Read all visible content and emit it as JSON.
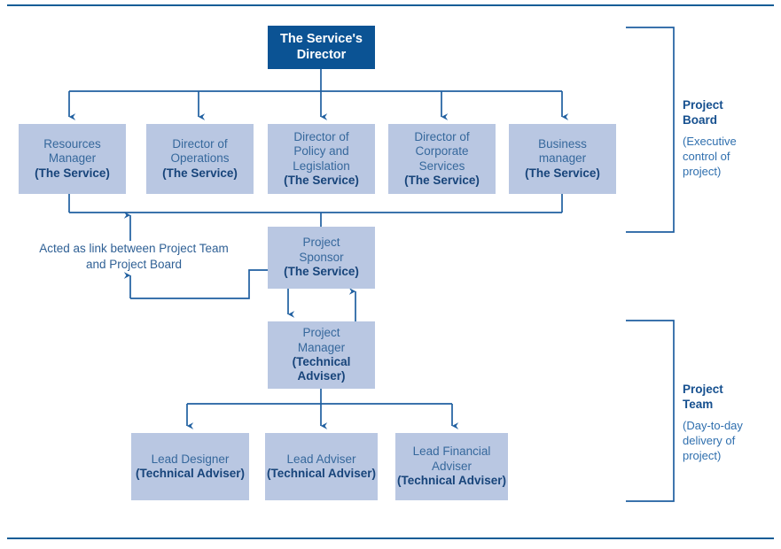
{
  "page": {
    "title": "Project governance structure chart",
    "background": "#ffffff",
    "accent_dark": "#0b5394",
    "accent_light": "#b9c7e2",
    "line_color": "#1f5fa0",
    "text_color": "#2f6095"
  },
  "chart_data": {
    "type": "diagram",
    "title": "Project governance structure",
    "nodes": [
      {
        "id": "directors-director",
        "role": "The Service's",
        "role2": "Director",
        "org": "",
        "style": "dark",
        "tier": 1
      },
      {
        "id": "resources-manager",
        "role": "Resources",
        "role2": "Manager",
        "org": "(The Service)",
        "style": "light",
        "tier": 2
      },
      {
        "id": "director-operations",
        "role": "Director of",
        "role2": "Operations",
        "org": "(The Service)",
        "style": "light",
        "tier": 2
      },
      {
        "id": "director-policy",
        "role": "Director of",
        "role2": "Policy and",
        "role3": "Legislation",
        "org": "(The Service)",
        "style": "light",
        "tier": 2
      },
      {
        "id": "director-corporate",
        "role": "Director of",
        "role2": "Corporate",
        "role3": "Services",
        "org": "(The Service)",
        "style": "light",
        "tier": 2
      },
      {
        "id": "business-manager",
        "role": "Business",
        "role2": "manager",
        "org": "(The Service)",
        "style": "light",
        "tier": 2
      },
      {
        "id": "project-sponsor",
        "role": "Project",
        "role2": "Sponsor",
        "org": "(The Service)",
        "style": "light",
        "tier": 3
      },
      {
        "id": "project-manager",
        "role": "Project",
        "role2": "Manager",
        "org": "(Technical",
        "org2": "Adviser)",
        "style": "light",
        "tier": 4
      },
      {
        "id": "lead-designer",
        "role": "Lead Designer",
        "org": "(Technical Adviser)",
        "style": "light",
        "tier": 5
      },
      {
        "id": "lead-adviser",
        "role": "Lead Adviser",
        "org": "(Technical Adviser)",
        "style": "light",
        "tier": 5
      },
      {
        "id": "lead-financial-adviser",
        "role": "Lead Financial",
        "role2": "Adviser",
        "org": "(Technical Adviser)",
        "style": "light",
        "tier": 5
      }
    ],
    "annotations": [
      {
        "id": "link-note",
        "text": "Acted as link between Project Team\nand Project Board"
      },
      {
        "id": "project-board",
        "title": "Project\nBoard",
        "subtitle": "(Executive\ncontrol of\nproject)"
      },
      {
        "id": "project-team",
        "title": "Project\nTeam",
        "subtitle": "(Day-to-day\ndelivery of\nproject)"
      }
    ]
  },
  "nodes": {
    "directors_director": {
      "line1": "The Service's",
      "line2": "Director"
    },
    "resources_manager": {
      "line1": "Resources",
      "line2": "Manager",
      "org": "(The Service)"
    },
    "director_operations": {
      "line1": "Director of",
      "line2": "Operations",
      "org": "(The Service)"
    },
    "director_policy": {
      "line1": "Director of",
      "line2": "Policy and",
      "line3": "Legislation",
      "org": "(The Service)"
    },
    "director_corporate": {
      "line1": "Director of",
      "line2": "Corporate",
      "line3": "Services",
      "org": "(The Service)"
    },
    "business_manager": {
      "line1": "Business",
      "line2": "manager",
      "org": "(The Service)"
    },
    "project_sponsor": {
      "line1": "Project",
      "line2": "Sponsor",
      "org": "(The Service)"
    },
    "project_manager": {
      "line1": "Project",
      "line2": "Manager",
      "org1": "(Technical",
      "org2": "Adviser)"
    },
    "lead_designer": {
      "line1": "Lead Designer",
      "org": "(Technical Adviser)"
    },
    "lead_adviser": {
      "line1": "Lead Adviser",
      "org": "(Technical Adviser)"
    },
    "lead_financial_adviser": {
      "line1": "Lead Financial",
      "line2": "Adviser",
      "org": "(Technical Adviser)"
    }
  },
  "annotations": {
    "link_note": "Acted as link between Project Team\nand Project Board",
    "project_board": {
      "title": "Project\nBoard",
      "subtitle": "(Executive\ncontrol of\nproject)"
    },
    "project_team": {
      "title": "Project\nTeam",
      "subtitle": "(Day-to-day\ndelivery of\nproject)"
    }
  }
}
